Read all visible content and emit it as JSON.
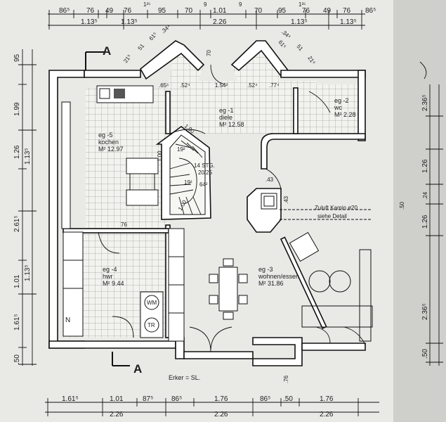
{
  "plan": {
    "section_marker": "A",
    "top_dimensions_row1": [
      "86⁵",
      "76",
      "49",
      "76",
      "1²⁵",
      "95",
      "70",
      "9",
      "1.01",
      "9",
      "70",
      "95",
      "1²⁵",
      "76",
      "49",
      "76",
      "86⁵"
    ],
    "top_dimensions_row2": [
      "1.13⁵",
      "1.13⁵",
      "2.26",
      "1.13⁵",
      "1.13⁵"
    ],
    "diagonal_dimensions_left": [
      "21⁹",
      "51",
      "61⁵",
      ".34⁴"
    ],
    "diagonal_dimensions_right": [
      ".34⁴",
      "61⁵",
      "51",
      "21⁹"
    ],
    "left_dimensions_outer": [
      "95",
      "1.99",
      "1.26",
      "2.61⁵",
      "1.01",
      "1.61⁵",
      ".50"
    ],
    "left_dimensions_inner": [
      "1.13⁵",
      "1.13⁵"
    ],
    "right_dimensions": [
      "2.36⁵",
      "1.26",
      ".24",
      "1.26",
      "2.36⁵",
      ".50"
    ],
    "right_small": ".50",
    "bottom_dimensions_row1": [
      "1.61⁵",
      "1.01",
      "87⁵",
      "86⁵",
      "1.76",
      "86⁵",
      ".50",
      "1.76"
    ],
    "bottom_dimensions_row2": [
      "2.26",
      "2.26",
      "2.26"
    ],
    "interior_dimensions": [
      ".65⁵",
      ".52⁴",
      "1.54²",
      ".52⁴",
      ".77⁴",
      "70",
      "76",
      ".43",
      ".43",
      "1.00",
      "1.00",
      "1.00",
      "64²",
      "19²",
      "19²",
      ".76"
    ],
    "rooms": [
      {
        "id": "eg-1",
        "name": "eg -1",
        "sub": "diele",
        "area": "M² 12.58"
      },
      {
        "id": "eg-2",
        "name": "eg -2",
        "sub": "wc",
        "area": "M² 2.28"
      },
      {
        "id": "eg-3",
        "name": "eg -3",
        "sub": "wohnen/essen",
        "area": "M² 31.86"
      },
      {
        "id": "eg-4",
        "name": "eg -4",
        "sub": "hwr",
        "area": "M² 9.44"
      },
      {
        "id": "eg-5",
        "name": "eg -5",
        "sub": "kochen",
        "area": "M² 12.97"
      }
    ],
    "stair_label": "14 STG.",
    "stair_ratio": "20/25",
    "note_line1": "Zuluft Kamin ø20",
    "note_line2": "siehe Detail",
    "appliance_wm": "WM",
    "appliance_tr": "TR",
    "bay_label": "Erker = SL.",
    "north_mark": "N"
  }
}
